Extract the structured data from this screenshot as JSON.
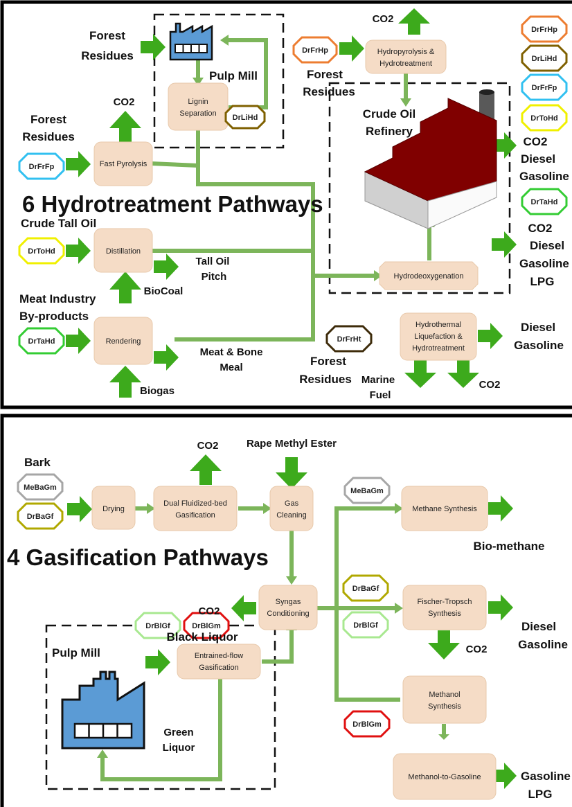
{
  "colors": {
    "box_fill": "#f5dcc6",
    "arrow": "#3daa1c",
    "line": "#7cb55a",
    "factory": "#5b9bd5",
    "roof": "#800000",
    "DrFrHp": "#ed7d31",
    "DrLiHd": "#7f6000",
    "DrFrFp": "#31c0f0",
    "DrToHd": "#f0f000",
    "DrTaHd": "#33cc33",
    "DrFrHt": "#3d2b0a",
    "MeBaGm": "#a6a6a6",
    "DrBaGf": "#b0a800",
    "DrBlGf": "#a8e890",
    "DrBlGm": "#e01010"
  },
  "icons": [
    "factory-icon",
    "refinery-icon"
  ],
  "top": {
    "title": "6 Hydrotreatment Pathways",
    "labels": {
      "forest_residues_1": "Forest",
      "forest_residues_1b": "Residues",
      "pulp_mill": "Pulp Mill",
      "co2_fastpyro": "CO2",
      "forest_residues_2": "Forest",
      "forest_residues_2b": "Residues",
      "co2_top": "CO2",
      "forest_residues_3": "Forest",
      "forest_residues_3b": "Residues",
      "crude_oil_refinery_1": "Crude Oil",
      "crude_oil_refinery_2": "Refinery",
      "crude_tall_oil": "Crude Tall Oil",
      "tall_oil_pitch_1": "Tall Oil",
      "tall_oil_pitch_2": "Pitch",
      "biocoal": "BioCoal",
      "meat_industry_1": "Meat Industry",
      "meat_industry_2": "By-products",
      "meat_bone_1": "Meat & Bone",
      "meat_bone_2": "Meal",
      "biogas": "Biogas",
      "out1_co2": "CO2",
      "out1_diesel": "Diesel",
      "out1_gasoline": "Gasoline",
      "out2_co2": "CO2",
      "out2_diesel": "Diesel",
      "out2_gasoline": "Gasoline",
      "out2_lpg": "LPG",
      "htl_diesel": "Diesel",
      "htl_gasoline": "Gasoline",
      "forest_residues_4": "Forest",
      "forest_residues_4b": "Residues",
      "marine_fuel_1": "Marine",
      "marine_fuel_2": "Fuel",
      "co2_htl": "CO2"
    },
    "boxes": {
      "lignin_1": "Lignin",
      "lignin_2": "Separation",
      "fast_pyrolysis": "Fast Pyrolysis",
      "hydropyro_1": "Hydropyrolysis &",
      "hydropyro_2": "Hydrotreatment",
      "distillation": "Distillation",
      "rendering": "Rendering",
      "hydrodeox": "Hydrodeoxygenation",
      "htl_1": "Hydrothermal",
      "htl_2": "Liquefaction &",
      "htl_3": "Hydrotreatment"
    },
    "tags": {
      "DrLiHd_mill": "DrLiHd",
      "DrFrHp_src": "DrFrHp",
      "DrFrFp_src": "DrFrFp",
      "DrToHd_src": "DrToHd",
      "DrTaHd_src": "DrTaHd",
      "DrFrHt_src": "DrFrHt",
      "leg_DrFrHp": "DrFrHp",
      "leg_DrLiHd": "DrLiHd",
      "leg_DrFrFp": "DrFrFp",
      "leg_DrToHd": "DrToHd",
      "leg_DrTaHd": "DrTaHd"
    }
  },
  "bottom": {
    "title": "4 Gasification Pathways",
    "labels": {
      "bark": "Bark",
      "co2_top": "CO2",
      "rape": "Rape Methyl Ester",
      "bio_methane": "Bio-methane",
      "co2_left": "CO2",
      "ft_diesel": "Diesel",
      "ft_gasoline": "Gasoline",
      "co2_ft": "CO2",
      "black_liquor": "Black Liquor",
      "pulp_mill": "Pulp Mill",
      "green_1": "Green",
      "green_2": "Liquor",
      "mtg_gasoline": "Gasoline",
      "mtg_lpg": "LPG"
    },
    "boxes": {
      "drying": "Drying",
      "dfb_1": "Dual Fluidized-bed",
      "dfb_2": "Gasification",
      "gasclean_1": "Gas",
      "gasclean_2": "Cleaning",
      "methane": "Methane Synthesis",
      "syngas_1": "Syngas",
      "syngas_2": "Conditioning",
      "ft_1": "Fischer-Tropsch",
      "ft_2": "Synthesis",
      "entrained_1": "Entrained-flow",
      "entrained_2": "Gasification",
      "methanol_1": "Methanol",
      "methanol_2": "Synthesis",
      "mtg": "Methanol-to-Gasoline"
    },
    "tags": {
      "MeBaGm_src": "MeBaGm",
      "DrBaGf_src": "DrBaGf",
      "MeBaGm_meth": "MeBaGm",
      "DrBaGf_ft": "DrBaGf",
      "DrBlGf_ft": "DrBlGf",
      "DrBlGf_mill": "DrBlGf",
      "DrBlGm_mill": "DrBlGm",
      "DrBlGm_meoh": "DrBlGm"
    }
  }
}
